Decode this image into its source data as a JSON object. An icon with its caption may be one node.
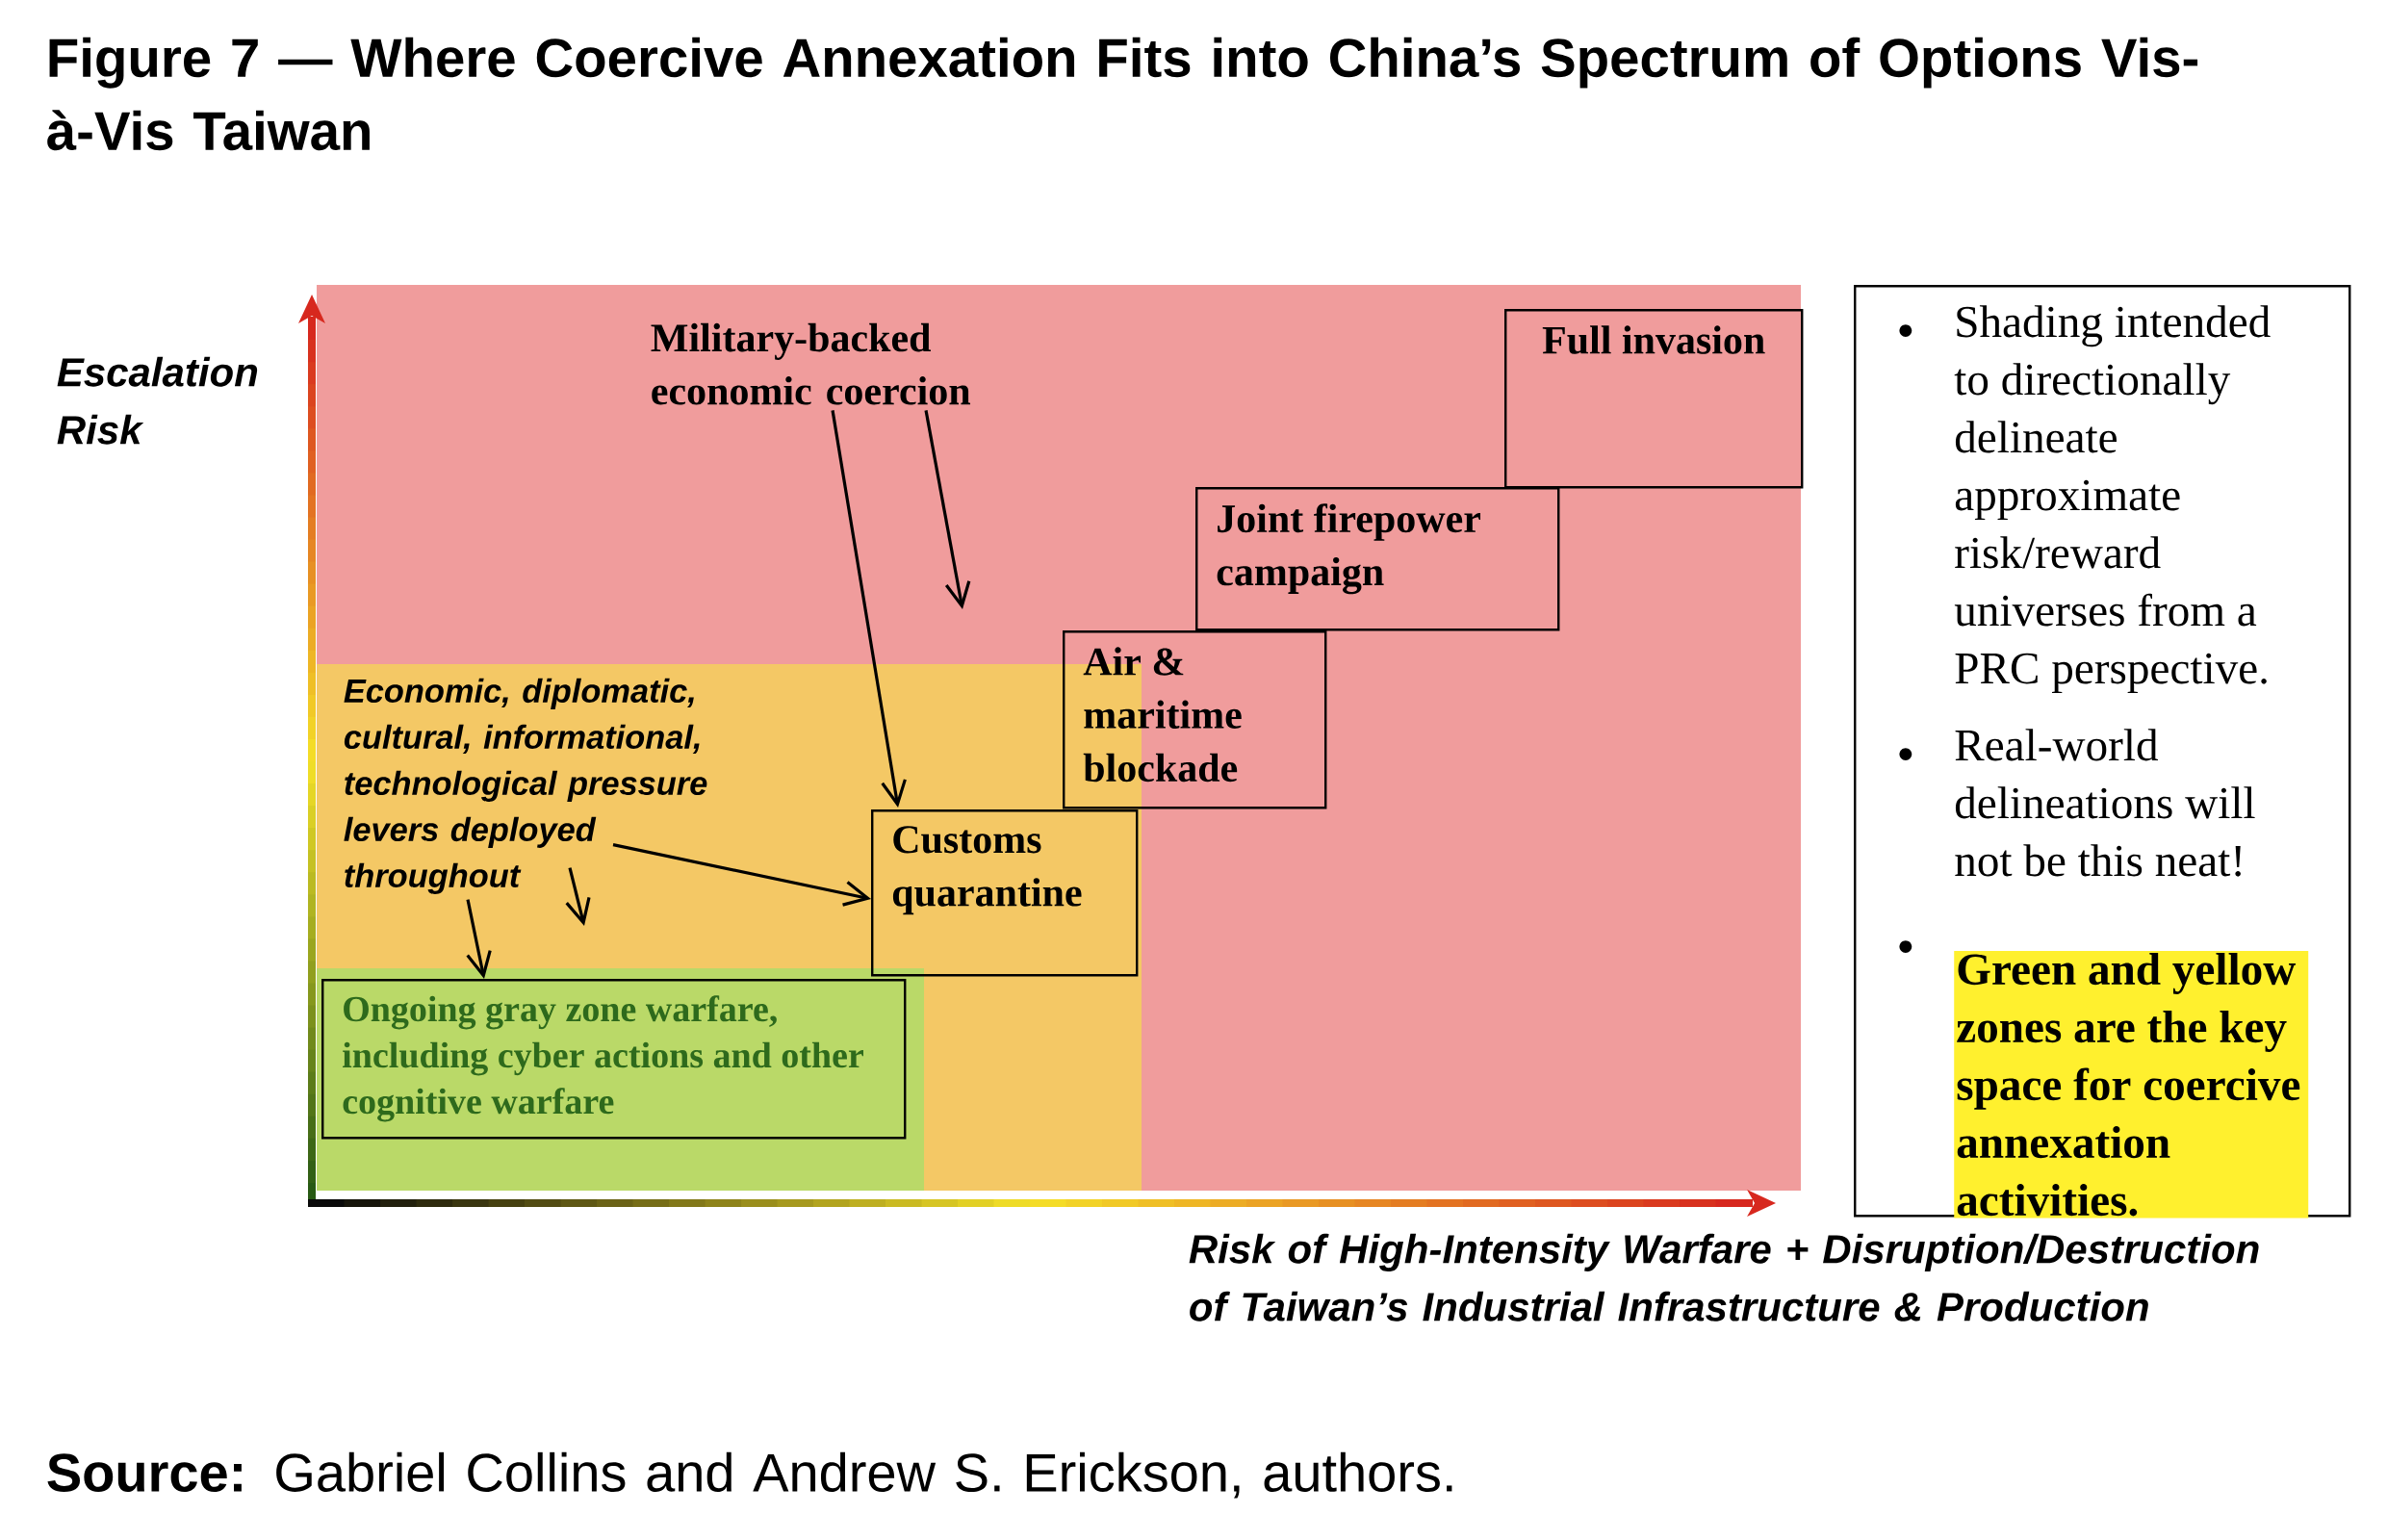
{
  "diagram": {
    "title": "Figure 7 — Where Coercive Annexation Fits into China’s Spectrum of Options Vis-à-Vis Taiwan",
    "caption": "**Source:** Gabriel Collins and Andrew S. Erickson, authors.",
    "nodes": [
      {
        "text": [
          "Military-backed economic coercion"
        ]
      },
      {
        "text": [
          "Full invasion"
        ]
      },
      {
        "text": [
          "Joint firepower campaign"
        ]
      },
      {
        "text": [
          "Air & maritime blockade"
        ]
      },
      {
        "text": [
          "Economic, diplomatic, cultural, informational, technological pressure levers deployed throughout"
        ]
      },
      {
        "text": [
          "Customs quarantine"
        ]
      },
      {
        "text": [
          "Ongoing gray zone warfare, including cyber actions and other cognitive warfare"
        ]
      },
      {
        "text": [
          "Shading intended to directionally delineate approximate risk/reward universes from a PRC perspective.",
          "Real-world delineations will not be this neat!",
          "Green and yellow zones are the key space for coercive annexation activities."
        ]
      }
    ],
    "edges": [
      {
        "from": 0,
        "to": 5,
        "arrow": "to"
      },
      {
        "from": 0,
        "to": null,
        "arrow": "to"
      },
      {
        "from": 4,
        "to": 5,
        "arrow": "to"
      },
      {
        "from": 4,
        "to": 6,
        "arrow": "to"
      },
      {
        "from": 4,
        "to": null,
        "arrow": "to"
      }
    ],
    "labels": [
      "Escalation Risk",
      "Risk of High-Intensity Warfare + Disruption/Destruction of Taiwan’s Industrial Infrastructure & Production"
    ]
  }
}
